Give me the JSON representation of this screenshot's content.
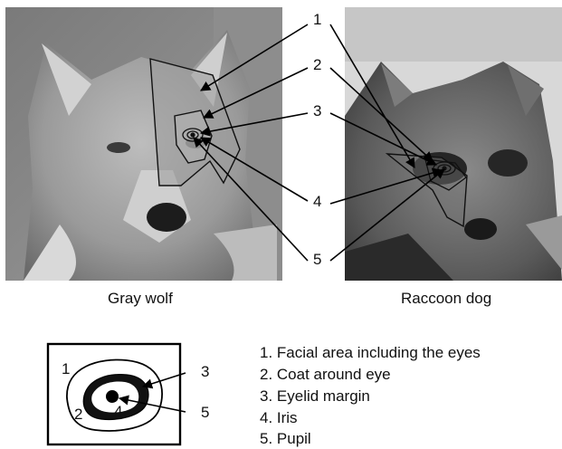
{
  "captions": {
    "wolf": "Gray wolf",
    "raccoon": "Raccoon dog"
  },
  "callouts": [
    "1",
    "2",
    "3",
    "4",
    "5"
  ],
  "schematic_labels": [
    "1",
    "2",
    "3",
    "4",
    "5"
  ],
  "legend": [
    "1. Facial area including the eyes",
    "2. Coat around eye",
    "3. Eyelid margin",
    "4. Iris",
    "5. Pupil"
  ]
}
